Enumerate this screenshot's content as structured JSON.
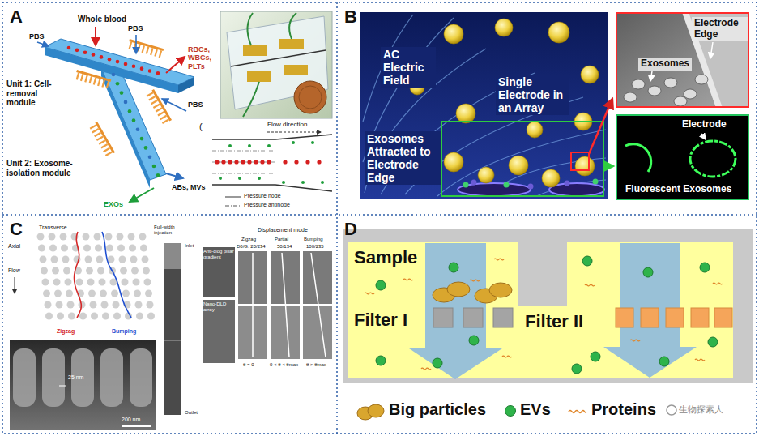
{
  "diagram": {
    "nodes": [
      {
        "text": [
          "A"
        ]
      },
      {
        "text": [
          "B"
        ]
      },
      {
        "text": [
          "C"
        ]
      },
      {
        "text": [
          "D"
        ]
      },
      {
        "text": [
          "Electrode Edge",
          "Exosomes"
        ],
        "in": 1
      },
      {
        "text": [
          "Electrode",
          "Fluorescent Exosomes"
        ],
        "in": 1
      }
    ],
    "labels": [
      "PBS",
      "Whole blood",
      "PBS",
      "RBCs, WBCs, PLTs",
      "PBS",
      "Unit 1: Cell-removal module",
      "Unit 2: Exosome-isolation module",
      "ABs, MVs",
      "EXOs",
      "(",
      "Flow direction",
      "AC Electric Field",
      "Single Electrode in an Array",
      "Exosomes Attracted to Electrode Edge",
      "Transverse",
      "Axial",
      "Flow",
      "Zigzag",
      "Bumping",
      "25 nm",
      "200 nm",
      "Full-width injection",
      "Inlet",
      "Anti-clog pillar gradient",
      "Nano-DLD array",
      "Outlet",
      "Displacement mode",
      "Zigzag",
      "Partial",
      "Bumping",
      "D0/G: 20/234",
      "50/134",
      "100/235",
      "θ = 0",
      "0 < θ < θmax",
      "θ > θmax",
      "Sample",
      "Filter I",
      "Filter II",
      "生物探索人"
    ],
    "legend": [
      {
        "text": "Pressure node"
      },
      {
        "text": "Pressure antinode"
      },
      {
        "text": "Big particles"
      },
      {
        "text": "EVs"
      },
      {
        "text": "Proteins"
      }
    ]
  }
}
